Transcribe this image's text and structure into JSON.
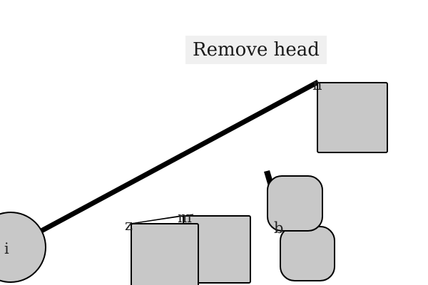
{
  "title_button": {
    "label": "Remove head"
  },
  "nodes": {
    "n": {
      "label": "n",
      "shape": "square"
    },
    "i": {
      "label": "i",
      "shape": "circle"
    },
    "z": {
      "label": "z",
      "shape": "square"
    },
    "m": {
      "label": "m",
      "shape": "square"
    },
    "b": {
      "label": "b",
      "shape": "rounded-square"
    },
    "v": {
      "label": "",
      "shape": "rounded-square"
    }
  },
  "edges": [
    {
      "from": "i",
      "to": "n",
      "weight": "thick"
    },
    {
      "from": "z",
      "to": "m",
      "weight": "thin"
    },
    {
      "from": "v",
      "to": "v",
      "weight": "thick"
    }
  ],
  "colors": {
    "node_fill": "#c8c8c8",
    "stroke": "#000000",
    "title_background": "#f0f0f0"
  }
}
